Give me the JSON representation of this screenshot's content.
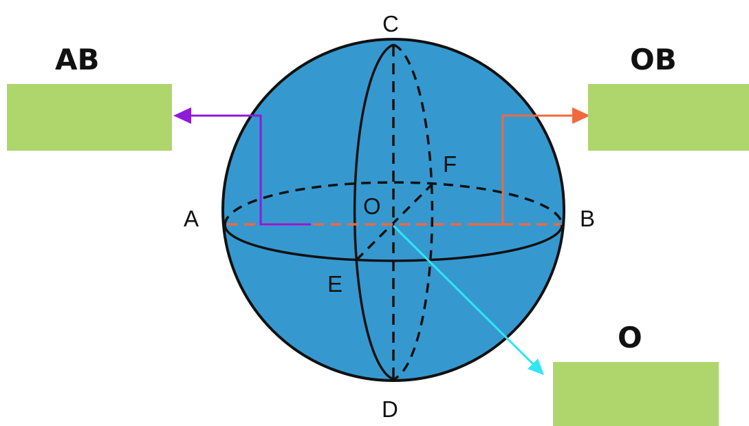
{
  "colors": {
    "sphere_fill": "#3599D0",
    "outline": "#111111",
    "answer_box": "#AED66C",
    "arrow_ab": "#8E1BD8",
    "arrow_ob": "#F2683D",
    "arrow_o": "#2EE7F2",
    "diameter": "#F2683D"
  },
  "points": {
    "A": "A",
    "B": "B",
    "C": "C",
    "D": "D",
    "E": "E",
    "F": "F",
    "O": "O"
  },
  "boxes": {
    "ab": {
      "heading": "AB"
    },
    "ob": {
      "heading": "OB"
    },
    "o": {
      "heading": "O"
    }
  },
  "icons": {
    "arrow_ab": "arrow-left-icon",
    "arrow_ob": "arrow-right-icon",
    "arrow_o": "arrow-down-right-icon"
  }
}
